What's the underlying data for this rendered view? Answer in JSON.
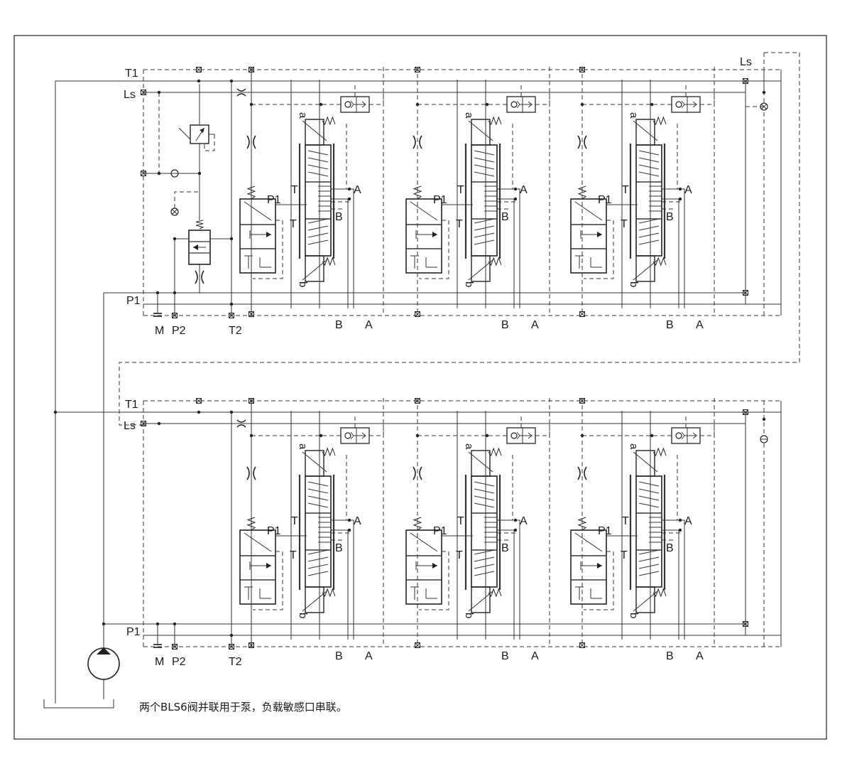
{
  "caption": "两个BLS6阀并联用于泵，负载敏感口串联。",
  "port_labels": {
    "T1": "T1",
    "Ls": "Ls",
    "P1": "P1",
    "M": "M",
    "P2": "P2",
    "T2": "T2",
    "A": "A",
    "B": "B",
    "T": "T",
    "a": "a",
    "b": "b"
  }
}
